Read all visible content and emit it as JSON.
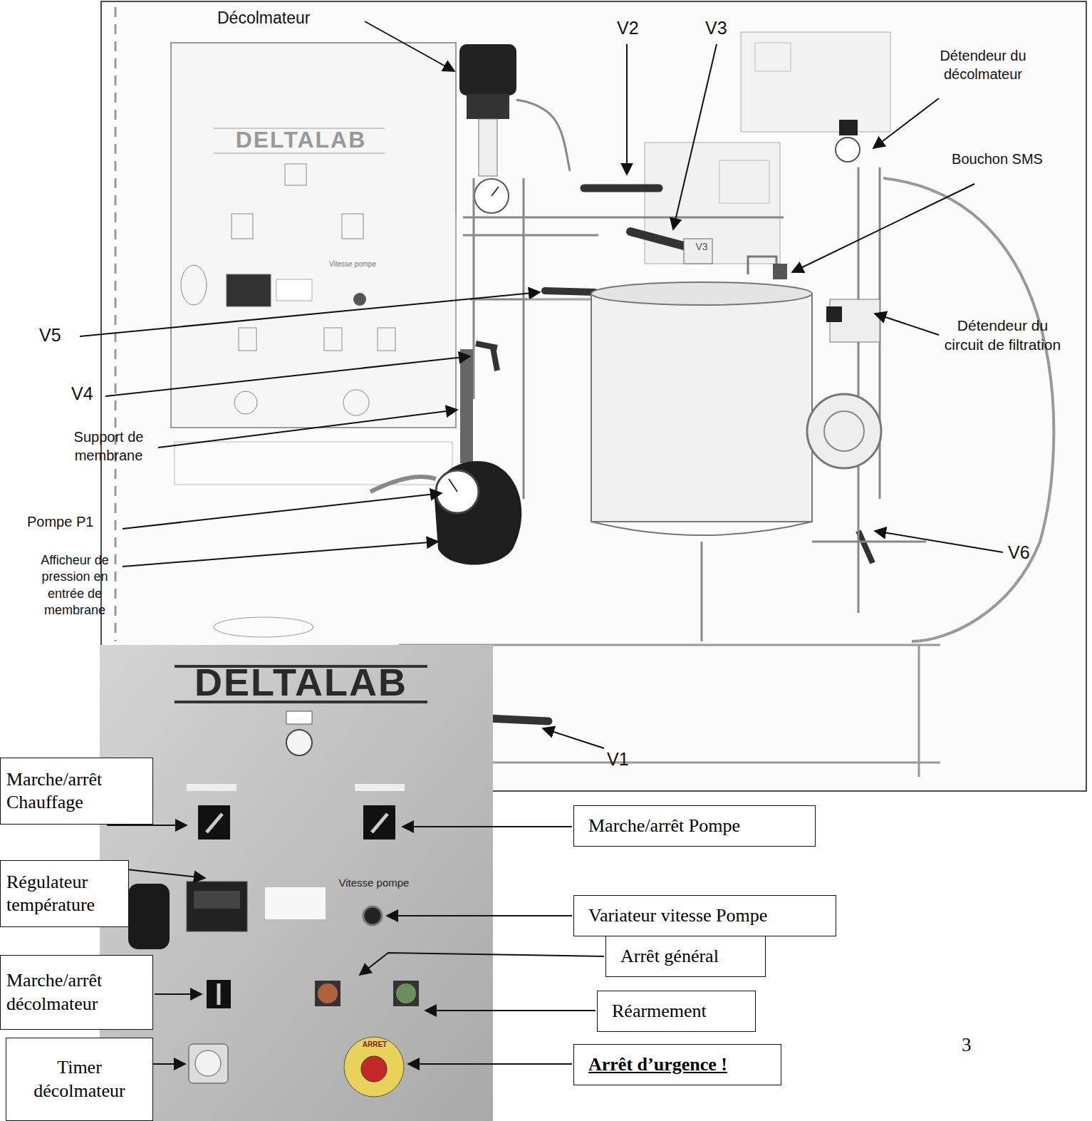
{
  "diagram": {
    "nodes": [
      {
        "text": [
          "Marche/arrêt Chauffage"
        ]
      },
      {
        "text": [
          "Régulateur température"
        ]
      },
      {
        "text": [
          "Marche/arrêt décolmateur"
        ]
      },
      {
        "text": [
          "Timer décolmateur"
        ]
      },
      {
        "text": [
          "Marche/arrêt Pompe"
        ]
      },
      {
        "text": [
          "Variateur vitesse Pompe"
        ]
      },
      {
        "text": [
          "Arrêt général"
        ]
      },
      {
        "text": [
          "Réarmement"
        ]
      },
      {
        "text": [
          "Arrêt d’urgence !"
        ]
      }
    ],
    "labels": [
      "Décolmateur",
      "V2",
      "V3",
      "Détendeur du décolmateur",
      "Bouchon SMS",
      "Détendeur du circuit de filtration",
      "V5",
      "V4",
      "Support de membrane",
      "Pompe P1",
      "Afficheur de pression en entrée de membrane",
      "V6",
      "V1",
      "DELTALAB",
      "Vitesse pompe",
      "V3",
      "DELTALAB",
      "Vitesse pompe",
      "ARRET",
      "3"
    ]
  }
}
